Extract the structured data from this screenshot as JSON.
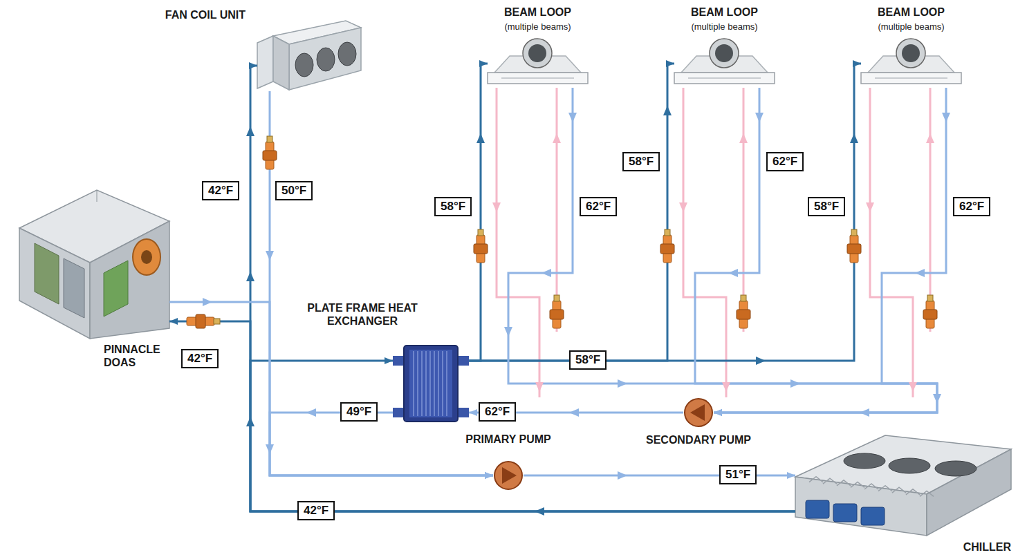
{
  "diagram": {
    "nodes": [
      {
        "text": [
          "FAN COIL UNIT"
        ]
      },
      {
        "text": [
          "BEAM LOOP",
          "(multiple beams)"
        ]
      },
      {
        "text": [
          "BEAM LOOP",
          "(multiple beams)"
        ]
      },
      {
        "text": [
          "BEAM LOOP",
          "(multiple beams)"
        ]
      },
      {
        "text": [
          "42°F"
        ]
      },
      {
        "text": [
          "50°F"
        ]
      },
      {
        "text": [
          "58°F"
        ]
      },
      {
        "text": [
          "62°F"
        ]
      },
      {
        "text": [
          "58°F"
        ]
      },
      {
        "text": [
          "62°F"
        ]
      },
      {
        "text": [
          "58°F"
        ]
      },
      {
        "text": [
          "62°F"
        ]
      },
      {
        "text": [
          "PINNACLE DOAS"
        ]
      },
      {
        "text": [
          "PLATE FRAME HEAT EXCHANGER"
        ]
      },
      {
        "text": [
          "42°F"
        ]
      },
      {
        "text": [
          "58°F"
        ]
      },
      {
        "text": [
          "49°F"
        ]
      },
      {
        "text": [
          "62°F"
        ]
      },
      {
        "text": [
          "PRIMARY PUMP"
        ]
      },
      {
        "text": [
          "SECONDARY PUMP"
        ]
      },
      {
        "text": [
          "51°F"
        ]
      },
      {
        "text": [
          "42°F"
        ]
      },
      {
        "text": [
          "CHILLER"
        ]
      }
    ],
    "edges": [
      {
        "from": 22,
        "to": 0,
        "arrow": "to"
      },
      {
        "from": 22,
        "to": 12,
        "arrow": "to"
      },
      {
        "from": 22,
        "to": 13,
        "arrow": "to"
      },
      {
        "from": 13,
        "to": 1,
        "arrow": "to"
      },
      {
        "from": 13,
        "to": 2,
        "arrow": "to"
      },
      {
        "from": 13,
        "to": 3,
        "arrow": "to"
      },
      {
        "from": 1,
        "to": 19,
        "arrow": "to"
      },
      {
        "from": 2,
        "to": 19,
        "arrow": "to"
      },
      {
        "from": 3,
        "to": 19,
        "arrow": "to"
      },
      {
        "from": 19,
        "to": 13,
        "arrow": "to"
      },
      {
        "from": 0,
        "to": 18,
        "arrow": "to"
      },
      {
        "from": 12,
        "to": 18,
        "arrow": "to"
      },
      {
        "from": 13,
        "to": 18,
        "arrow": "to"
      },
      {
        "from": 18,
        "to": 22,
        "arrow": "to"
      }
    ]
  }
}
